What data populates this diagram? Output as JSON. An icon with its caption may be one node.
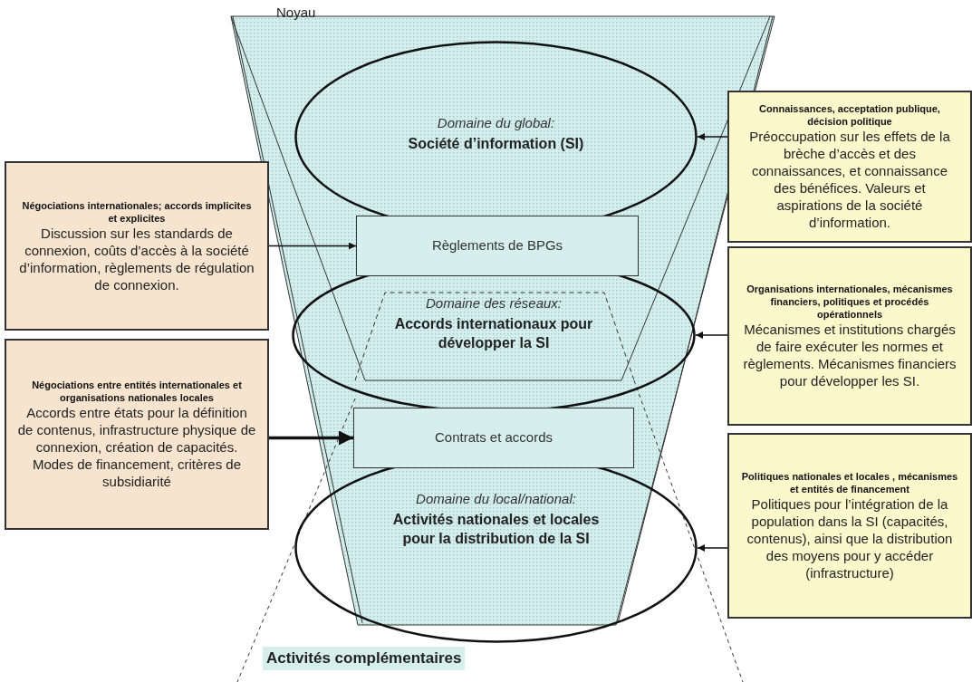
{
  "diagram": {
    "nodes": [
      {
        "text": [
          "Domaine du global:",
          "Société d’information (SI)"
        ]
      },
      {
        "text": [
          "Règlements de BPGs"
        ]
      },
      {
        "text": [
          "Domaine des réseaux:",
          "Accords internationaux pour développer la SI"
        ]
      },
      {
        "text": [
          "Contrats et accords"
        ]
      },
      {
        "text": [
          "Domaine du local/national:",
          "Activités nationales et locales pour la distribution de la SI"
        ]
      },
      {
        "text": [
          "Négociations internationales; accords implicites et explicites",
          "Discussion sur les standards de connexion, coûts d’accès à la société d’information, règlements de régulation de connexion."
        ]
      },
      {
        "text": [
          "Négociations entre entités internationales et organisations nationales locales",
          "Accords entre états pour la définition de contenus, infrastructure physique de connexion, création de capacités. Modes de financement, critères de subsidiarité"
        ]
      },
      {
        "text": [
          "Connaissances, acceptation publique, décision politique",
          "Préoccupation sur les effets de la brèche d’accès et des connaissances, et connaissance des bénéfices. Valeurs et aspirations de la société d’information."
        ]
      },
      {
        "text": [
          "Organisations internationales, mécanismes financiers, politiques et procédés opérationnels",
          "Mécanismes et institutions chargés de faire exécuter les normes et règlements. Mécanismes financiers pour développer les SI."
        ]
      },
      {
        "text": [
          "Politiques nationales et locales , mécanismes et entités de financement",
          "Politiques pour l’intégration de la population dans la SI (capacités, contenus), ainsi que la distribution des moyens pour y accéder (infrastructure)"
        ]
      }
    ],
    "edges": [
      {
        "from": 5,
        "to": 1,
        "arrow": "to"
      },
      {
        "from": 6,
        "to": 3,
        "arrow": "to",
        "style": "thick"
      },
      {
        "from": 7,
        "to": 0,
        "arrow": "to"
      },
      {
        "from": 8,
        "to": 2,
        "arrow": "to"
      },
      {
        "from": 9,
        "to": 4,
        "arrow": "to"
      }
    ],
    "labels": [
      "Noyau",
      "Activités complémentaires"
    ]
  }
}
